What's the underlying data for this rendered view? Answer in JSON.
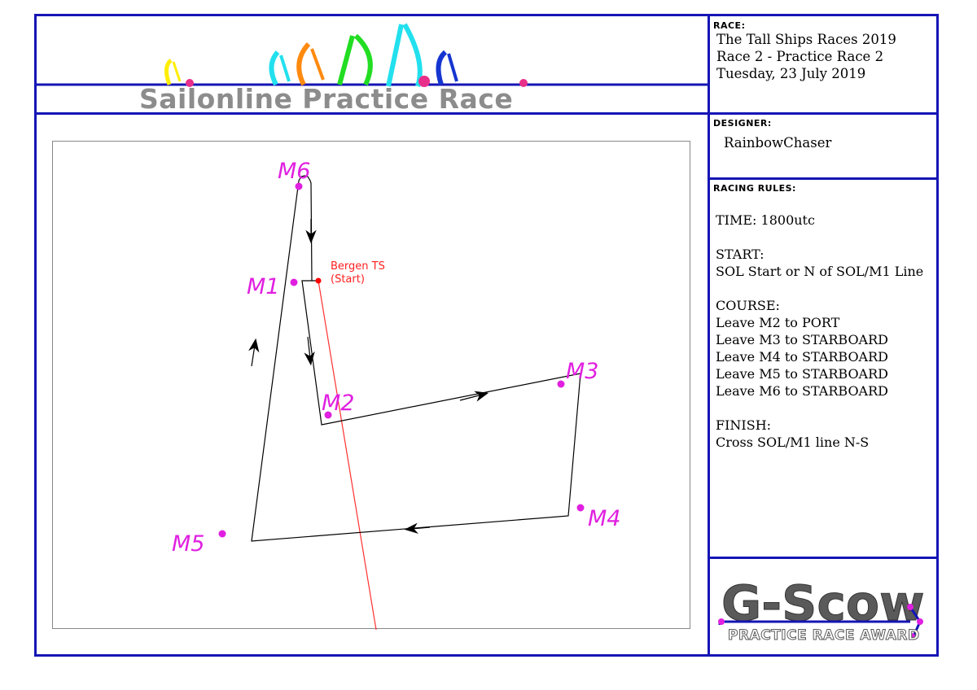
{
  "banner": {
    "title": "Sailonline Practice Race"
  },
  "race": {
    "label": "RACE:",
    "lines": [
      "The Tall Ships Races 2019",
      "Race 2 - Practice Race 2",
      "Tuesday, 23 July 2019"
    ]
  },
  "designer": {
    "label": "DESIGNER:",
    "name": "RainbowChaser"
  },
  "rules": {
    "label": "RACING RULES:",
    "time": "TIME: 1800utc",
    "start_heading": "START:",
    "start_text": "SOL Start or N of SOL/M1 Line",
    "course_heading": "COURSE:",
    "course_items": [
      "Leave M2 to PORT",
      "Leave M3 to STARBOARD",
      "Leave M4 to STARBOARD",
      "Leave M5 to STARBOARD",
      "Leave M6 to STARBOARD"
    ],
    "finish_heading": "FINISH:",
    "finish_text": "Cross SOL/M1 line N-S"
  },
  "map": {
    "start_label_line1": "Bergen TS",
    "start_label_line2": "(Start)",
    "marks": [
      "M6",
      "M1",
      "M2",
      "M3",
      "M4",
      "M5"
    ]
  },
  "logo": {
    "brand": "G-Scow",
    "tagline": "PRACTICE RACE AWARD"
  },
  "colors": {
    "frame": "#1515b5",
    "mark": "#e020e0",
    "start": "#e01010"
  }
}
